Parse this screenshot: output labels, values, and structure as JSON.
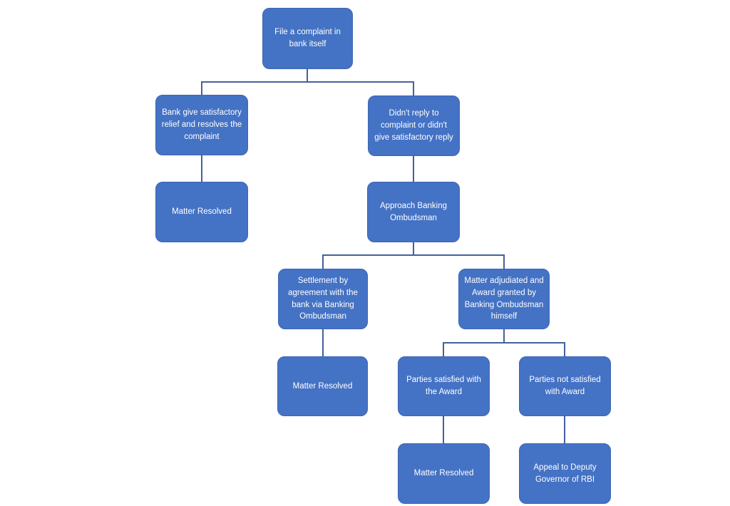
{
  "diagram": {
    "title": "Banking complaint resolution flowchart",
    "colors": {
      "background": "#ffffff",
      "node_fill": "#4472C4",
      "node_border": "#3E66B5",
      "connector": "#44619D",
      "text": "#ffffff"
    },
    "nodes": [
      {
        "id": "file-complaint",
        "label": "File a complaint in bank itself"
      },
      {
        "id": "bank-satisfactory",
        "label": "Bank give satisfactory relief and resolves the complaint"
      },
      {
        "id": "no-reply",
        "label": "Didn't reply to complaint or didn't give satisfactory reply"
      },
      {
        "id": "matter-resolved-1",
        "label": "Matter Resolved"
      },
      {
        "id": "approach-ombudsman",
        "label": "Approach Banking Ombudsman"
      },
      {
        "id": "settlement",
        "label": "Settlement by agreement with the bank via Banking Ombudsman"
      },
      {
        "id": "adjudicated-award",
        "label": "Matter adjudiated and Award granted by Banking Ombudsman himself"
      },
      {
        "id": "matter-resolved-2",
        "label": "Matter Resolved"
      },
      {
        "id": "parties-satisfied",
        "label": "Parties satisfied with the Award"
      },
      {
        "id": "parties-not-satisfied",
        "label": "Parties not satisfied with Award"
      },
      {
        "id": "matter-resolved-3",
        "label": "Matter Resolved"
      },
      {
        "id": "appeal-deputy-governor",
        "label": "Appeal to Deputy Governor of RBI"
      }
    ],
    "edges": [
      {
        "from": "file-complaint",
        "to": "bank-satisfactory"
      },
      {
        "from": "file-complaint",
        "to": "no-reply"
      },
      {
        "from": "bank-satisfactory",
        "to": "matter-resolved-1"
      },
      {
        "from": "no-reply",
        "to": "approach-ombudsman"
      },
      {
        "from": "approach-ombudsman",
        "to": "settlement"
      },
      {
        "from": "approach-ombudsman",
        "to": "adjudicated-award"
      },
      {
        "from": "settlement",
        "to": "matter-resolved-2"
      },
      {
        "from": "adjudicated-award",
        "to": "parties-satisfied"
      },
      {
        "from": "adjudicated-award",
        "to": "parties-not-satisfied"
      },
      {
        "from": "parties-satisfied",
        "to": "matter-resolved-3"
      },
      {
        "from": "parties-not-satisfied",
        "to": "appeal-deputy-governor"
      }
    ]
  }
}
